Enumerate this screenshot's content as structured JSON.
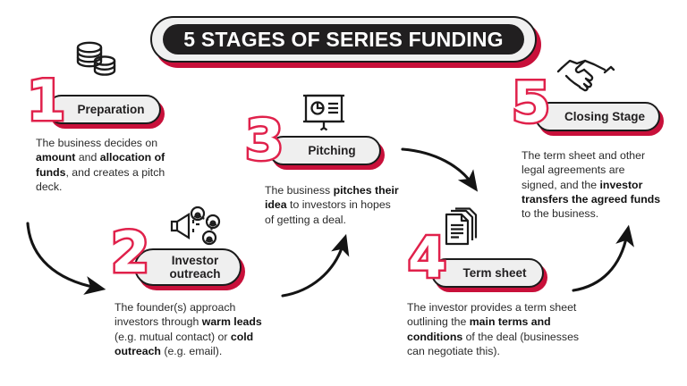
{
  "header": {
    "title": "5 STAGES OF SERIES FUNDING"
  },
  "colors": {
    "accent_red": "#E0214B",
    "shadow_red": "#C8103A",
    "pill_fill": "#EFEFEF",
    "title_fill": "#211F20",
    "outline": "#1b1b1b",
    "body_text": "#2a2a2a",
    "background": "#ffffff"
  },
  "stages": [
    {
      "number": "1",
      "label": "Preparation",
      "icon": "coins-stack-icon",
      "body_html": "The business decides on <b>amount</b> and <b>allocation of funds</b>, and creates a pitch deck.",
      "body_plain": "The business decides on amount and allocation of funds, and creates a pitch deck."
    },
    {
      "number": "2",
      "label": "Investor outreach",
      "icon": "megaphone-network-icon",
      "body_html": "The founder(s) approach investors through <b>warm leads</b> (e.g. mutual contact) or <b>cold outreach</b> (e.g. email).",
      "body_plain": "The founder(s) approach investors through warm leads (e.g. mutual contact) or cold outreach (e.g. email)."
    },
    {
      "number": "3",
      "label": "Pitching",
      "icon": "presentation-chart-icon",
      "body_html": "The business <b>pitches their idea</b> to investors in hopes of getting a deal.",
      "body_plain": "The business pitches their idea to investors in hopes of getting a deal."
    },
    {
      "number": "4",
      "label": "Term sheet",
      "icon": "documents-icon",
      "body_html": "The investor provides a term sheet outlining the <b>main terms and conditions</b> of the deal (businesses can negotiate this).",
      "body_plain": "The investor provides a term sheet outlining the main terms and conditions of the deal (businesses can negotiate this)."
    },
    {
      "number": "5",
      "label": "Closing Stage",
      "icon": "handshake-icon",
      "body_html": "The term sheet and other legal agreements are signed, and the <b>investor transfers the agreed funds</b> to the business.",
      "body_plain": "The term sheet and other legal agreements are signed, and the investor transfers the agreed funds to the business."
    }
  ],
  "connectors": [
    {
      "name": "arrow-stage1-to-stage2",
      "from": "1",
      "to": "2",
      "direction": "down-right"
    },
    {
      "name": "arrow-stage2-to-stage3",
      "from": "2",
      "to": "3",
      "direction": "up-right"
    },
    {
      "name": "arrow-stage3-to-stage4",
      "from": "3",
      "to": "4",
      "direction": "down-right"
    },
    {
      "name": "arrow-stage4-to-stage5",
      "from": "4",
      "to": "5",
      "direction": "up-right"
    }
  ]
}
